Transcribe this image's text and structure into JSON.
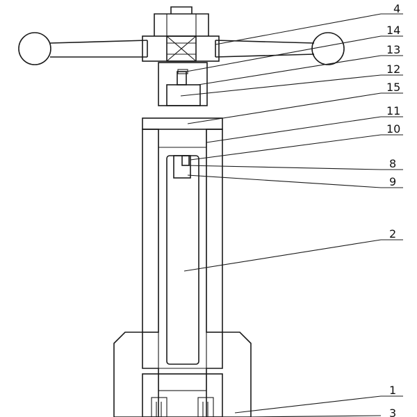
{
  "labels": {
    "l4": "4",
    "l14": "14",
    "l13": "13",
    "l12": "12",
    "l15": "15",
    "l11": "11",
    "l10": "10",
    "l8": "8",
    "l9": "9",
    "l2": "2",
    "l1": "1",
    "l3": "3"
  }
}
